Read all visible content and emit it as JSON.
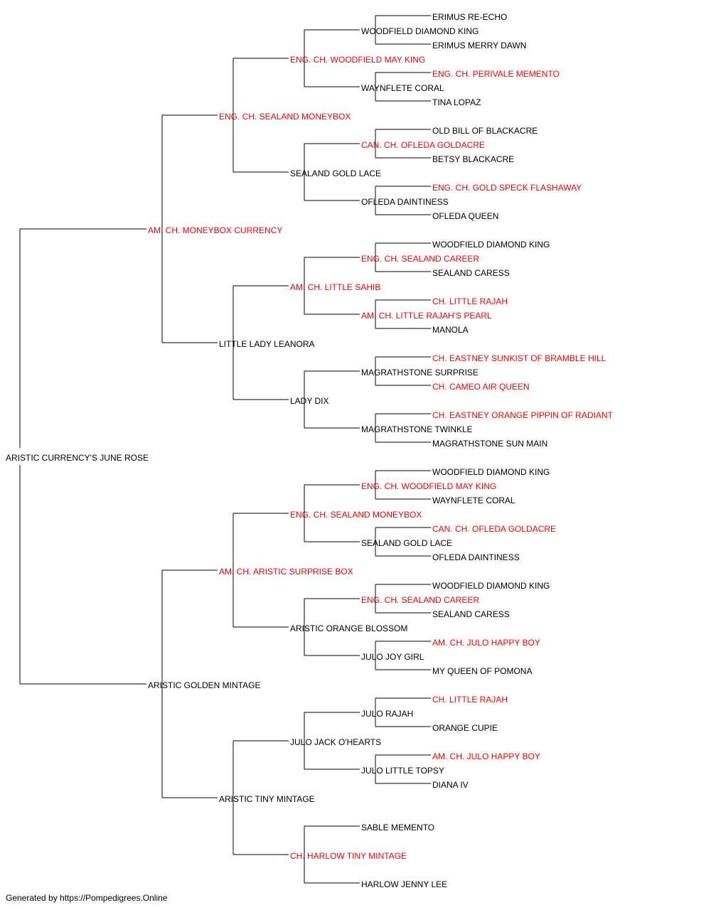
{
  "colors": {
    "champion": "#ff0000",
    "normal": "#000000"
  },
  "pedigree": {
    "name": "ARISTIC CURRENCY'S JUNE ROSE",
    "champion": false,
    "sire": {
      "name": "AM. CH. MONEYBOX CURRENCY",
      "champion": true,
      "sire": {
        "name": "ENG. CH. SEALAND MONEYBOX",
        "champion": true,
        "sire": {
          "name": "ENG. CH. WOODFIELD MAY KING",
          "champion": true,
          "sire": {
            "name": "WOODFIELD DIAMOND KING",
            "champion": false,
            "sire": {
              "name": "ERIMUS RE-ECHO",
              "champion": false
            },
            "dam": {
              "name": "ERIMUS MERRY DAWN",
              "champion": false
            }
          },
          "dam": {
            "name": "WAYNFLETE CORAL",
            "champion": false,
            "sire": {
              "name": "ENG. CH. PERIVALE MEMENTO",
              "champion": true
            },
            "dam": {
              "name": "TINA LOPAZ",
              "champion": false
            }
          }
        },
        "dam": {
          "name": "SEALAND GOLD LACE",
          "champion": false,
          "sire": {
            "name": "CAN. CH. OFLEDA GOLDACRE",
            "champion": true,
            "sire": {
              "name": "OLD BILL OF BLACKACRE",
              "champion": false
            },
            "dam": {
              "name": "BETSY BLACKACRE",
              "champion": false
            }
          },
          "dam": {
            "name": "OFLEDA DAINTINESS",
            "champion": false,
            "sire": {
              "name": "ENG. CH. GOLD SPECK FLASHAWAY",
              "champion": true
            },
            "dam": {
              "name": "OFLEDA QUEEN",
              "champion": false
            }
          }
        }
      },
      "dam": {
        "name": "LITTLE LADY LEANORA",
        "champion": false,
        "sire": {
          "name": "AM. CH. LITTLE SAHIB",
          "champion": true,
          "sire": {
            "name": "ENG. CH. SEALAND CAREER",
            "champion": true,
            "sire": {
              "name": "WOODFIELD DIAMOND KING",
              "champion": false
            },
            "dam": {
              "name": "SEALAND CARESS",
              "champion": false
            }
          },
          "dam": {
            "name": "AM. CH. LITTLE RAJAH'S PEARL",
            "champion": true,
            "sire": {
              "name": "CH. LITTLE RAJAH",
              "champion": true
            },
            "dam": {
              "name": "MANOLA",
              "champion": false
            }
          }
        },
        "dam": {
          "name": "LADY DIX",
          "champion": false,
          "sire": {
            "name": "MAGRATHSTONE SURPRISE",
            "champion": false,
            "sire": {
              "name": "CH. EASTNEY SUNKIST OF BRAMBLE HILL",
              "champion": true
            },
            "dam": {
              "name": "CH. CAMEO AIR QUEEN",
              "champion": true
            }
          },
          "dam": {
            "name": "MAGRATHSTONE TWINKLE",
            "champion": false,
            "sire": {
              "name": "CH. EASTNEY ORANGE PIPPIN OF RADIANT",
              "champion": true
            },
            "dam": {
              "name": "MAGRATHSTONE SUN MAIN",
              "champion": false
            }
          }
        }
      }
    },
    "dam": {
      "name": "ARISTIC GOLDEN MINTAGE",
      "champion": false,
      "sire": {
        "name": "AM. CH. ARISTIC SURPRISE BOX",
        "champion": true,
        "sire": {
          "name": "ENG. CH. SEALAND MONEYBOX",
          "champion": true,
          "sire": {
            "name": "ENG. CH. WOODFIELD MAY KING",
            "champion": true,
            "sire": {
              "name": "WOODFIELD DIAMOND KING",
              "champion": false
            },
            "dam": {
              "name": "WAYNFLETE CORAL",
              "champion": false
            }
          },
          "dam": {
            "name": "SEALAND GOLD LACE",
            "champion": false,
            "sire": {
              "name": "CAN. CH. OFLEDA GOLDACRE",
              "champion": true
            },
            "dam": {
              "name": "OFLEDA DAINTINESS",
              "champion": false
            }
          }
        },
        "dam": {
          "name": "ARISTIC ORANGE BLOSSOM",
          "champion": false,
          "sire": {
            "name": "ENG. CH. SEALAND CAREER",
            "champion": true,
            "sire": {
              "name": "WOODFIELD DIAMOND KING",
              "champion": false
            },
            "dam": {
              "name": "SEALAND CARESS",
              "champion": false
            }
          },
          "dam": {
            "name": "JULO JOY GIRL",
            "champion": false,
            "sire": {
              "name": "AM. CH. JULO HAPPY BOY",
              "champion": true
            },
            "dam": {
              "name": "MY QUEEN OF POMONA",
              "champion": false
            }
          }
        }
      },
      "dam": {
        "name": "ARISTIC TINY MINTAGE",
        "champion": false,
        "sire": {
          "name": "JULO JACK O'HEARTS",
          "champion": false,
          "sire": {
            "name": "JULO RAJAH",
            "champion": false,
            "sire": {
              "name": "CH. LITTLE RAJAH",
              "champion": true
            },
            "dam": {
              "name": "ORANGE CUPIE",
              "champion": false
            }
          },
          "dam": {
            "name": "JULO LITTLE TOPSY",
            "champion": false,
            "sire": {
              "name": "AM. CH. JULO HAPPY BOY",
              "champion": true
            },
            "dam": {
              "name": "DIANA IV",
              "champion": false
            }
          }
        },
        "dam": {
          "name": "CH. HARLOW TINY MINTAGE",
          "champion": true,
          "sire": {
            "name": "SABLE MEMENTO",
            "champion": false
          },
          "dam": {
            "name": "HARLOW JENNY LEE",
            "champion": false
          }
        }
      }
    }
  },
  "footer": "Generated by https://Pompedigrees.Online"
}
